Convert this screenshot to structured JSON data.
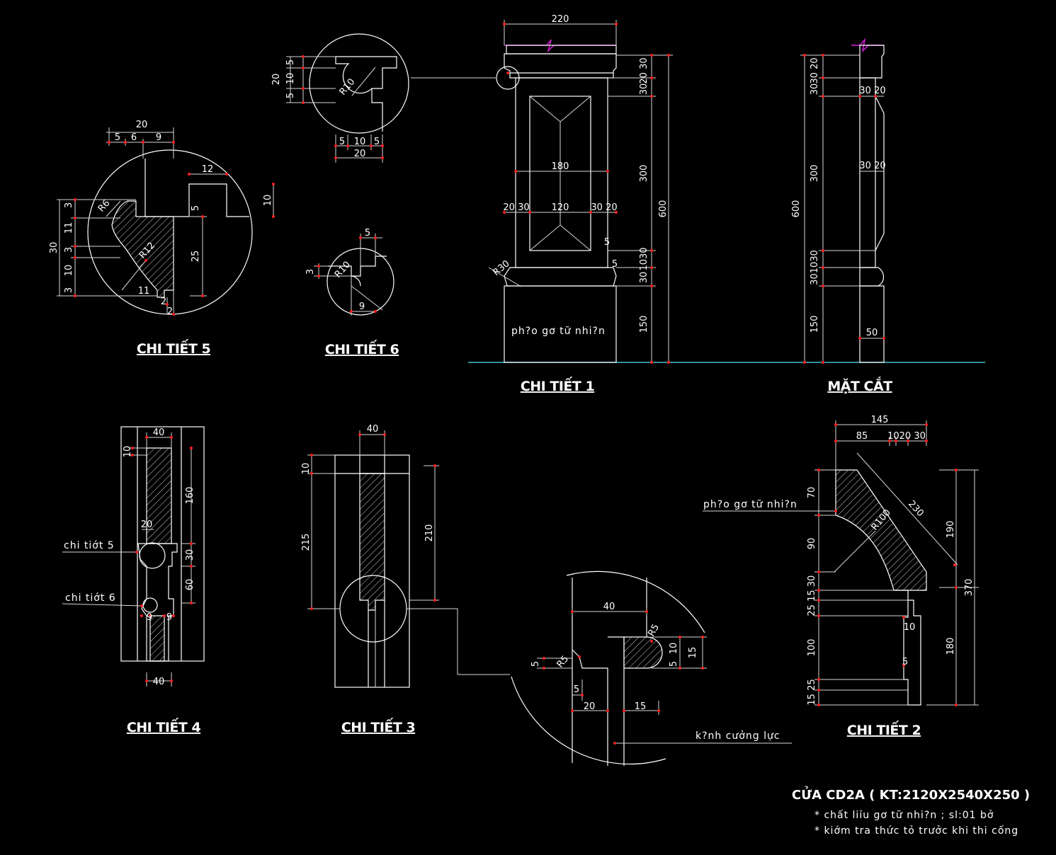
{
  "colors": {
    "background": "#000000",
    "lines": "#ffffff",
    "dimension_tick": "#ff2020",
    "ground_line": "#40c0d0",
    "break_line": "#e020e0"
  },
  "titles": {
    "detail1": "CHI TIẾT 1",
    "detail2": "CHI TIẾT 2",
    "detail3": "CHI TIẾT 3",
    "detail4": "CHI TIẾT 4",
    "detail5": "CHI TIẾT 5",
    "detail6": "CHI TIẾT 6",
    "section": "MẶT CẮT"
  },
  "labels": {
    "material1": "ph?o gơ tữ nhi?n",
    "material2": "ph?o gơ tữ nhi?n",
    "glass": "k?nh cưởng lực",
    "detail5_ref": "chi tiớt 5",
    "detail6_ref": "chi tiớt 6"
  },
  "footer": {
    "title": "CỬA CD2A ( KT:2120X2540X250 )",
    "note1": "* chất liỉu gơ tữ nhi?n ; sl:01 bở",
    "note2": "* kiớm tra thức tỏ trưởc khi thi cống"
  },
  "dims": {
    "d1_220": "220",
    "d1_180": "180",
    "d1_120": "120",
    "d1_2030_l": "20 30",
    "d1_3020_r": "30 20",
    "d1_r30": "R30",
    "d1_600": "600",
    "d1_300": "300",
    "d1_150": "150",
    "d1_2030": "20 30",
    "d1_30a": "30",
    "d1_1030": "1030",
    "d1_30b": "30",
    "d1_5a": "5",
    "d1_5b": "5",
    "s_600": "600",
    "s_300": "300",
    "s_150": "150",
    "s_2030": "30 20",
    "s_30": "30",
    "s_301030": "301030",
    "s_3020a": "30 20",
    "s_3020b": "30 20",
    "s_50": "50",
    "d5_20": "20",
    "d5_5": "5",
    "d5_6": "6",
    "d5_9": "9",
    "d5_12": "12",
    "d5_10": "10",
    "d5_30": "30",
    "d5_3a": "3",
    "d5_11": "11",
    "d5_3b": "3",
    "d5_10b": "10",
    "d5_3c": "3",
    "d5_r6": "R6",
    "d5_r12": "R12",
    "d5_11b": "11",
    "d5_2a": "2",
    "d5_2b": "2",
    "d5_5v": "5",
    "d5_25": "25",
    "d6a_20": "20",
    "d6a_5": "5",
    "d6a_10": "10",
    "d6a_5b": "5",
    "d6a_r10": "R10",
    "d6a_5h": "5",
    "d6a_10h": "10",
    "d6a_5h2": "5",
    "d6a_20h": "20",
    "d6_5": "5",
    "d6_3": "3",
    "d6_r10": "R10",
    "d6_9": "9",
    "d4_40": "40",
    "d4_10": "10",
    "d4_160": "160",
    "d4_20": "20",
    "d4_30": "30",
    "d4_60": "60",
    "d4_9a": "9",
    "d4_9b": "9",
    "d4_40b": "40",
    "d3_40": "40",
    "d3_10": "10",
    "d3_215": "215",
    "d3_210": "210",
    "g_40": "40",
    "g_r5a": "R5",
    "g_r5b": "R5",
    "g_5a": "5",
    "g_5b": "5",
    "g_10": "10",
    "g_15": "15",
    "g_5c": "5",
    "g_20": "20",
    "g_15b": "15",
    "d2_145": "145",
    "d2_85": "85",
    "d2_102030": "1020 30",
    "d2_230": "230",
    "d2_r100": "R100",
    "d2_70": "70",
    "d2_90": "90",
    "d2_30": "30",
    "d2_2515": "25 15",
    "d2_100": "100",
    "d2_1525": "15 25",
    "d2_190": "190",
    "d2_370": "370",
    "d2_180": "180",
    "d2_10": "10",
    "d2_5": "5"
  }
}
